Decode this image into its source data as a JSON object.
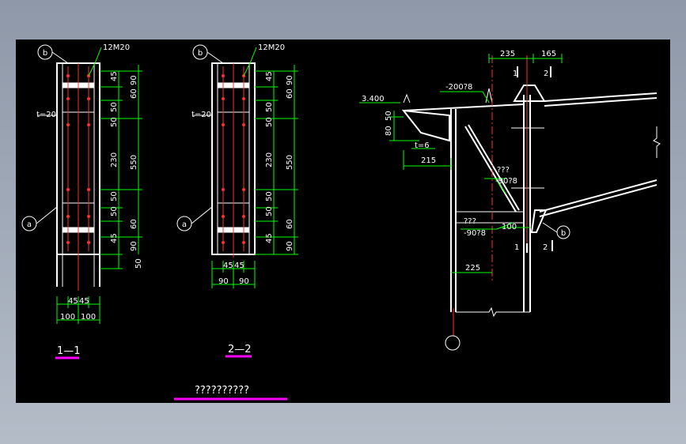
{
  "drawing": {
    "main_title": "??????????",
    "section_1": {
      "title": "1—1",
      "marker_top": "b",
      "marker_bottom": "a",
      "bolt_label": "12M20",
      "plate_label": "t=20",
      "dims_right": [
        "45",
        "50",
        "50",
        "230",
        "50",
        "50",
        "45",
        "50"
      ],
      "dims_outer": [
        "90",
        "60",
        "550",
        "60",
        "90"
      ],
      "dims_bottom_inner": [
        "45",
        "45"
      ],
      "dims_bottom_outer": [
        "100",
        "100"
      ]
    },
    "section_2": {
      "title": "2—2",
      "marker_top": "b",
      "marker_bottom": "a",
      "bolt_label": "12M20",
      "plate_label": "t=20",
      "dims_right": [
        "45",
        "50",
        "50",
        "230",
        "50",
        "50",
        "45"
      ],
      "dims_outer": [
        "90",
        "60",
        "550",
        "60",
        "90"
      ],
      "dims_bottom_inner": [
        "45",
        "45"
      ],
      "dims_bottom_outer": [
        "90",
        "90"
      ]
    },
    "elevation": {
      "dim_top_left": "235",
      "dim_top_right": "165",
      "cut_1": "1",
      "cut_2": "2",
      "level": "3.400",
      "plate_top": "-200?8",
      "dim_80": "80",
      "dim_50": "50",
      "t6": "t=6",
      "dim_215": "215",
      "stiff_1_a": "???",
      "stiff_1_b": "-90?8",
      "stiff_2_a": "???",
      "stiff_2_b": "-90?8",
      "dim_100": "100",
      "dim_225": "225",
      "marker_b": "b"
    }
  },
  "colors": {
    "background": "#000000",
    "line": "#ffffff",
    "dim": "#00ff00",
    "center": "#ff3030",
    "underline": "#ff00ff"
  }
}
